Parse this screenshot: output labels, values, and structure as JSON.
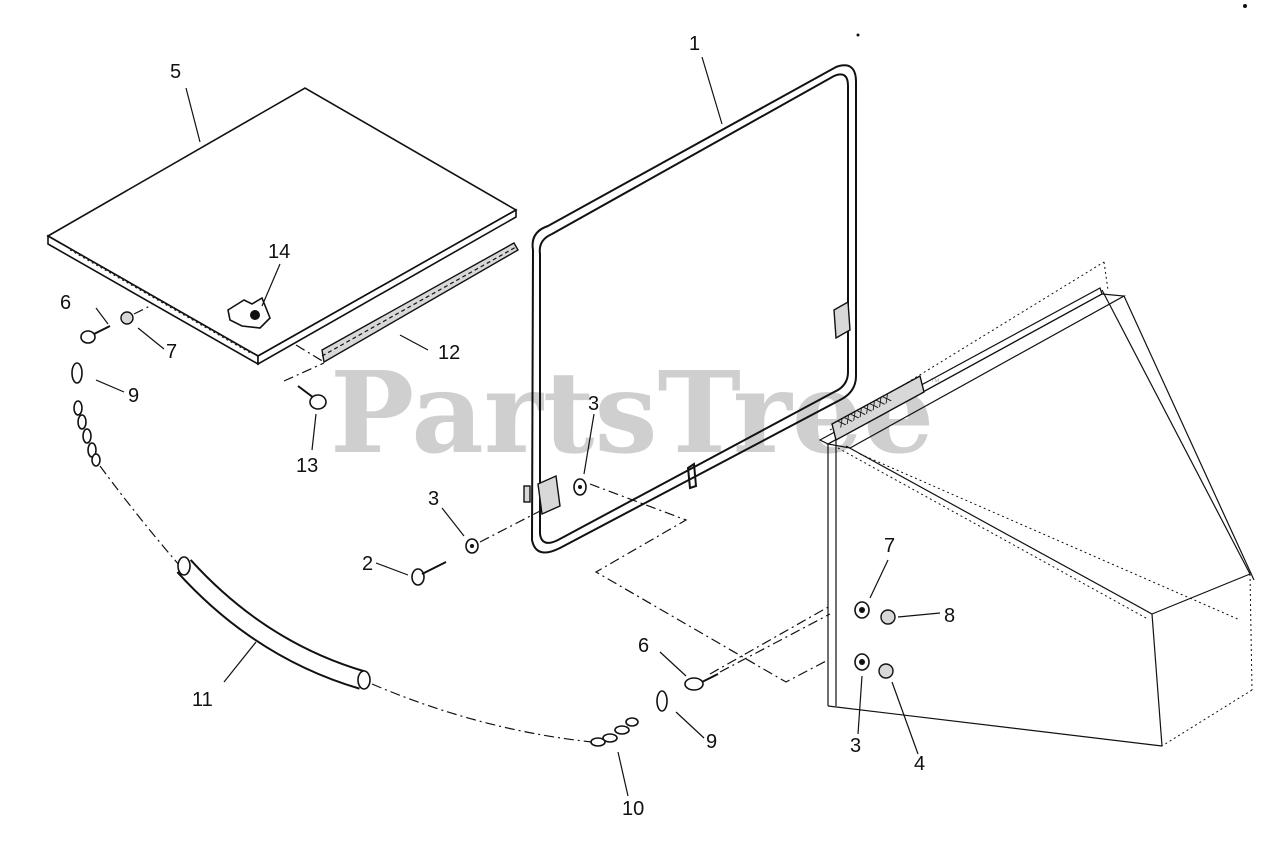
{
  "watermark": "PartsTree",
  "watermark_mark": "™",
  "decal_text": "XXXXXXXX",
  "callouts": {
    "c1": "1",
    "c2": "2",
    "c3a": "3",
    "c3b": "3",
    "c3c": "3",
    "c4": "4",
    "c5": "5",
    "c6a": "6",
    "c6b": "6",
    "c7a": "7",
    "c7b": "7",
    "c8": "8",
    "c9a": "9",
    "c9b": "9",
    "c10": "10",
    "c11": "11",
    "c12": "12",
    "c13": "13",
    "c14": "14"
  }
}
